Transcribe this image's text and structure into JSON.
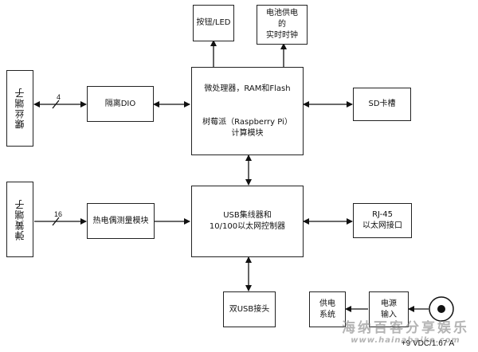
{
  "blocks": {
    "button_led": "按钮/LED",
    "rtc": [
      "电池供电",
      "的",
      "实时时钟"
    ],
    "processor": [
      "微处理器，RAM和Flash",
      "树莓派（Raspberry Pi）",
      "计算模块"
    ],
    "sd_slot": "SD卡槽",
    "screw_terminal": "螺丝端子",
    "isolated_dio": "隔离DIO",
    "spring_terminal": "弹簧端子",
    "thermocouple": "热电偶测量模块",
    "usb_hub": [
      "USB集线器和",
      "10/100以太网控制器"
    ],
    "rj45": [
      "RJ-45",
      "以太网接口"
    ],
    "dual_usb": "双USB接头",
    "power_system": [
      "供电",
      "系统"
    ],
    "power_input": [
      "电源",
      "输入"
    ]
  },
  "bus_widths": {
    "dio": "4",
    "thermo": "16"
  },
  "power_rating": "+9 VDC/1.67 A",
  "watermark": {
    "cn": "海纳百客分享娱乐",
    "en": "www.hainabaike.com"
  }
}
